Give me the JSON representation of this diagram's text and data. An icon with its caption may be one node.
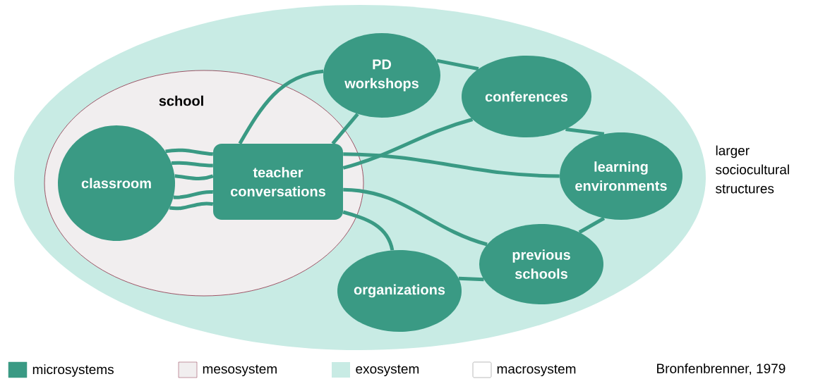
{
  "diagram": {
    "nodes": [
      {
        "text": [],
        "shape": "ellipse"
      },
      {
        "text": [
          "school"
        ],
        "in": 0
      },
      {
        "text": [
          "classroom"
        ],
        "in": 1
      },
      {
        "text": [
          "teacher conversations"
        ],
        "in": 1
      },
      {
        "text": [
          "PD workshops"
        ],
        "in": 0
      },
      {
        "text": [
          "conferences"
        ],
        "in": 0
      },
      {
        "text": [
          "learning environments"
        ],
        "in": 0
      },
      {
        "text": [
          "previous schools"
        ],
        "in": 0
      },
      {
        "text": [
          "organizations"
        ],
        "in": 0
      }
    ],
    "edges": [
      {
        "from": 2,
        "to": 3,
        "arrow": "none"
      },
      {
        "from": 2,
        "to": 3,
        "arrow": "none"
      },
      {
        "from": 2,
        "to": 3,
        "arrow": "none"
      },
      {
        "from": 2,
        "to": 3,
        "arrow": "none"
      },
      {
        "from": 2,
        "to": 3,
        "arrow": "none"
      },
      {
        "from": 3,
        "to": 4,
        "arrow": "none"
      },
      {
        "from": 3,
        "to": 4,
        "arrow": "none"
      },
      {
        "from": 3,
        "to": 5,
        "arrow": "none"
      },
      {
        "from": 3,
        "to": 6,
        "arrow": "none"
      },
      {
        "from": 3,
        "to": 7,
        "arrow": "none"
      },
      {
        "from": 3,
        "to": 8,
        "arrow": "none"
      },
      {
        "from": 4,
        "to": 5,
        "arrow": "none"
      },
      {
        "from": 5,
        "to": 6,
        "arrow": "none"
      },
      {
        "from": 6,
        "to": 7,
        "arrow": "none"
      },
      {
        "from": 7,
        "to": 8,
        "arrow": "none"
      }
    ],
    "labels": [
      "larger sociocultural structures",
      "Bronfenbrenner, 1979"
    ],
    "legend": [
      {
        "text": "microsystems",
        "color": "#3a9a84"
      },
      {
        "text": "mesosystem",
        "color": "#f1eeef"
      },
      {
        "text": "exosystem",
        "color": "#c8ebe4"
      },
      {
        "text": "macrosystem"
      }
    ]
  }
}
